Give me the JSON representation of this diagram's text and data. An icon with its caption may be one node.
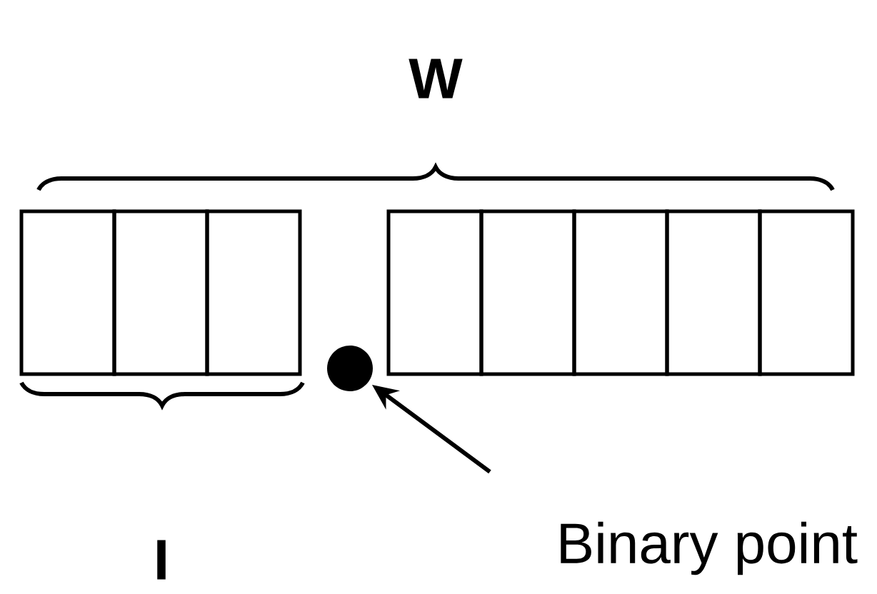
{
  "diagram": {
    "nodes": [
      {
        "text": [],
        "shape": "box"
      },
      {
        "text": [],
        "shape": "box"
      },
      {
        "text": [],
        "shape": "box"
      },
      {
        "text": [],
        "shape": "circle"
      },
      {
        "text": [],
        "shape": "box"
      },
      {
        "text": [],
        "shape": "box"
      },
      {
        "text": [],
        "shape": "box"
      },
      {
        "text": [],
        "shape": "box"
      },
      {
        "text": [],
        "shape": "box"
      },
      {
        "text": [
          "Binary point"
        ]
      }
    ],
    "edges": [
      {
        "from": 9,
        "to": 3,
        "arrow": "to"
      }
    ],
    "labels": [
      "W",
      "I"
    ]
  }
}
